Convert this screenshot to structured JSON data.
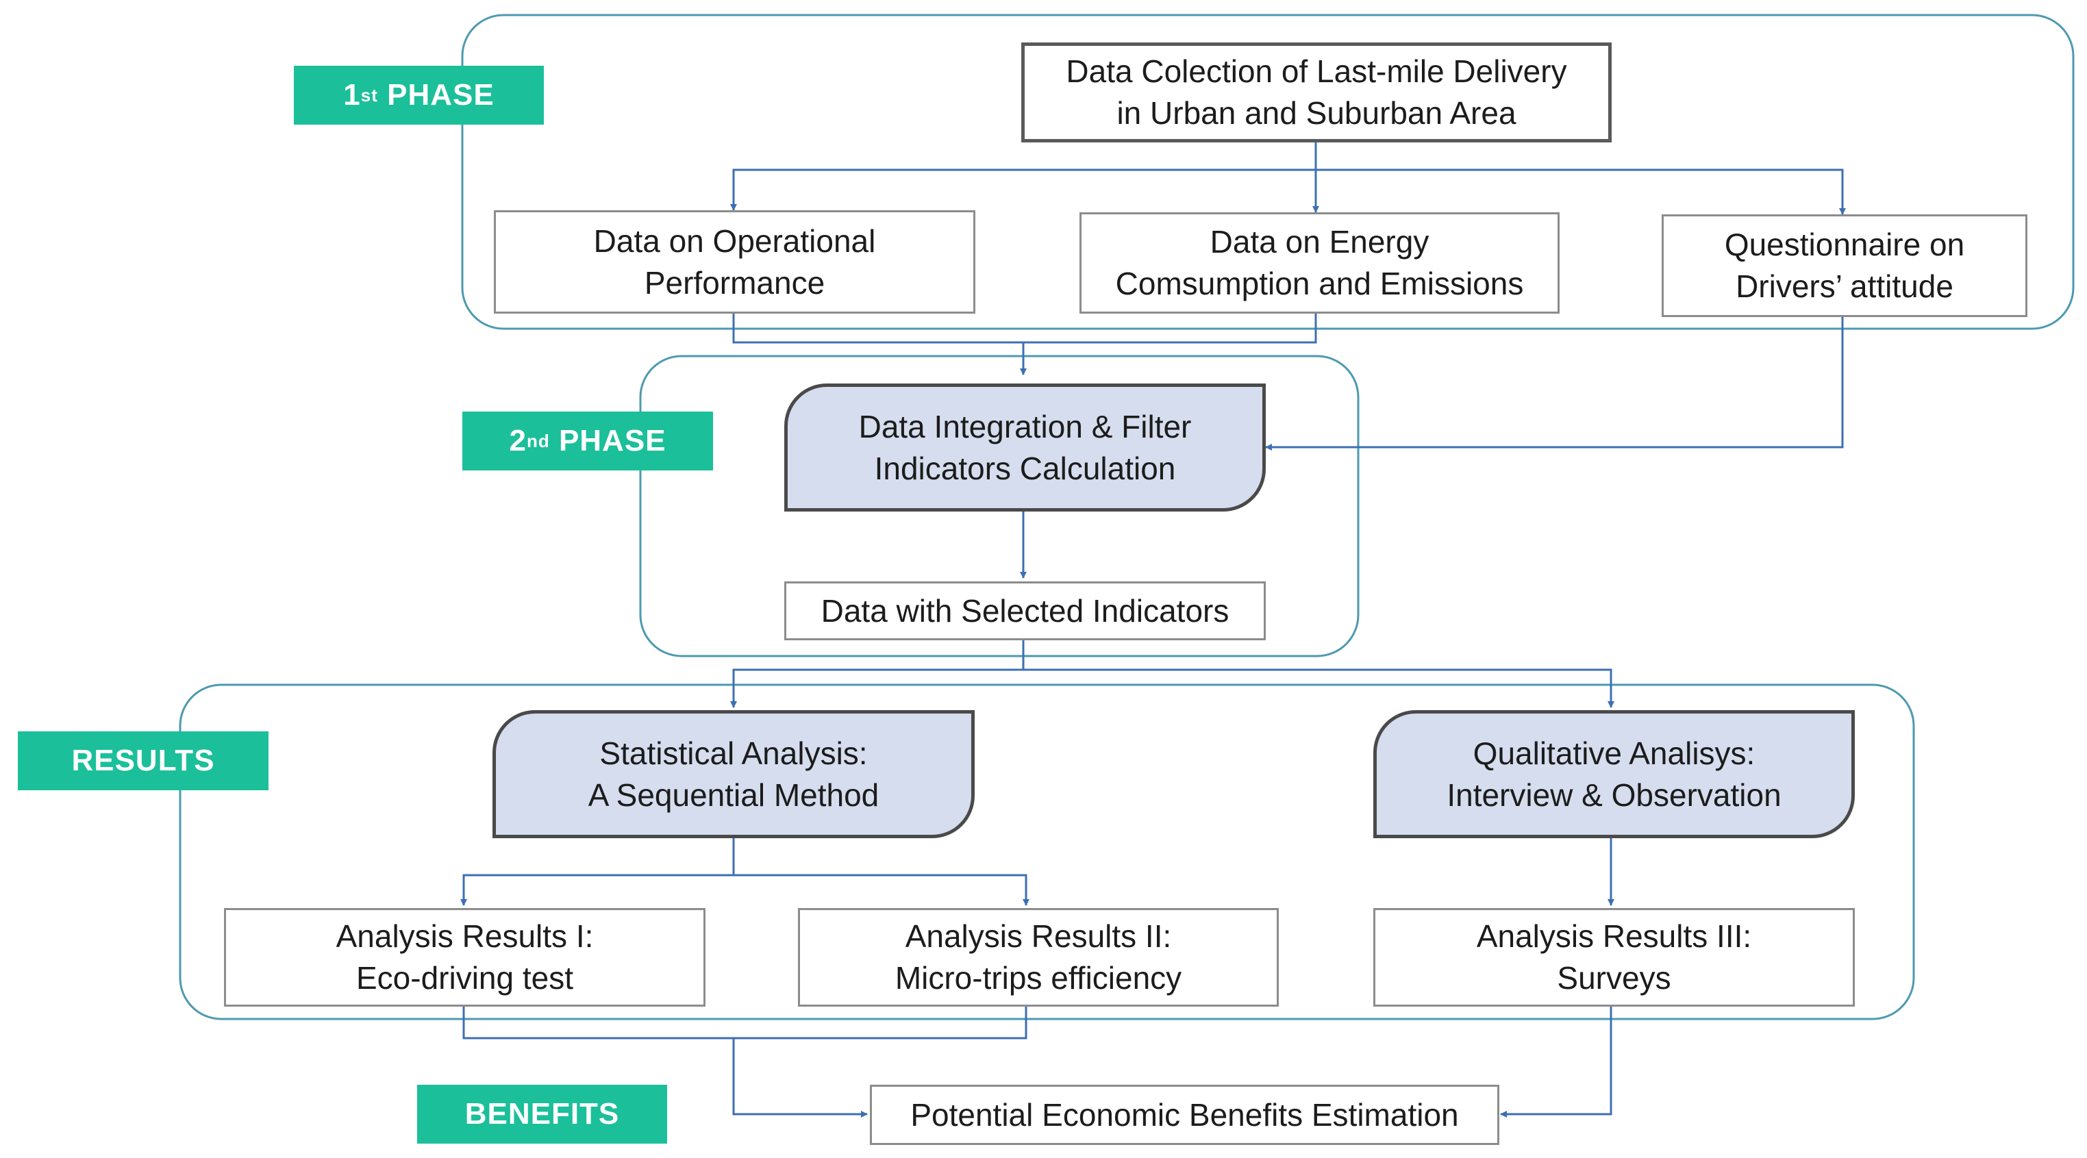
{
  "phases": {
    "phase1": {
      "number": "1",
      "suffix": "st",
      "word": "PHASE"
    },
    "phase2": {
      "number": "2",
      "suffix": "nd",
      "word": "PHASE"
    },
    "results": "RESULTS",
    "benefits": "BENEFITS"
  },
  "nodes": {
    "data_collection": [
      "Data Colection of Last-mile Delivery",
      "in Urban and Suburban Area"
    ],
    "operational": [
      "Data on Operational",
      "Performance"
    ],
    "energy": [
      "Data on Energy",
      "Comsumption and Emissions"
    ],
    "questionnaire": [
      "Questionnaire on",
      "Drivers’ attitude"
    ],
    "integration": [
      "Data Integration & Filter",
      "Indicators Calculation"
    ],
    "selected": [
      "Data with Selected Indicators"
    ],
    "statistical": [
      "Statistical Analysis:",
      "A Sequential Method"
    ],
    "qualitative": [
      "Qualitative Analisys:",
      "Interview & Observation"
    ],
    "results1": [
      "Analysis Results I:",
      "Eco-driving test"
    ],
    "results2": [
      "Analysis Results II:",
      "Micro-trips efficiency"
    ],
    "results3": [
      "Analysis Results III:",
      "Surveys"
    ],
    "benefits_estimation": [
      "Potential Economic Benefits Estimation"
    ]
  },
  "colors": {
    "phase_label": "#1bbf9a",
    "group_outline": "#4d9ab0",
    "connector": "#3d6fb3",
    "process_fill": "#d5ddee"
  }
}
